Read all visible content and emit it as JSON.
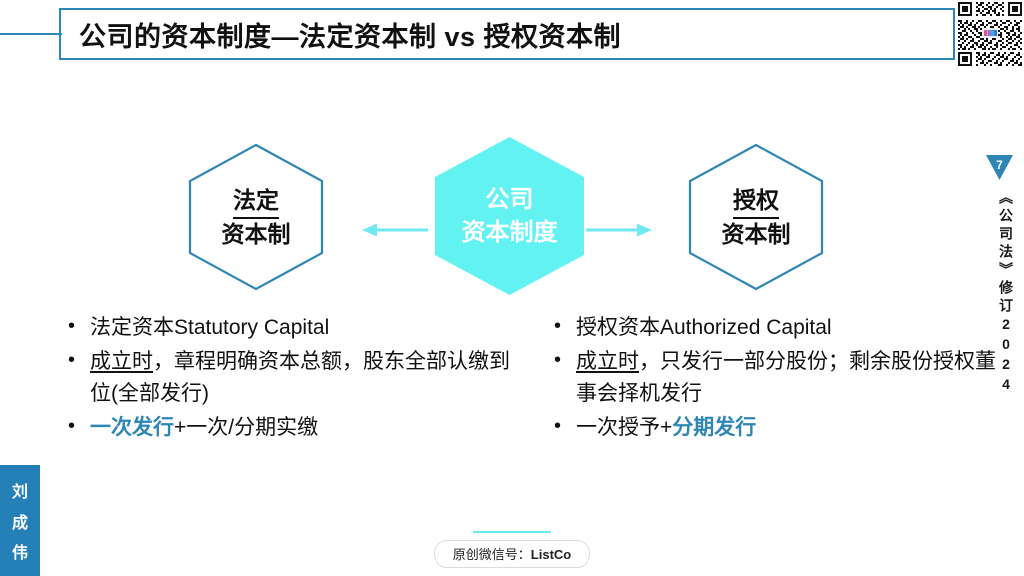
{
  "slide": {
    "title": "公司的资本制度—法定资本制 vs 授权资本制",
    "page_number": "7",
    "side_label": "《公司法》修订2024",
    "author_chars": [
      "刘",
      "成",
      "伟"
    ],
    "accent_blue": "#2E86B6",
    "accent_cyan": "#6FE9F2",
    "tag_blue": "#2680B8"
  },
  "diagram": {
    "center": {
      "line1": "公司",
      "line2": "资本制度"
    },
    "left": {
      "line1": "法定",
      "line2": "资本制"
    },
    "right": {
      "line1": "授权",
      "line2": "资本制"
    },
    "arrow_left_name": "arrow-to-left",
    "arrow_right_name": "arrow-to-right"
  },
  "columns": {
    "left": {
      "bullets": [
        {
          "parts": [
            {
              "text": "法定资本Statutory Capital",
              "style": "plain"
            }
          ]
        },
        {
          "parts": [
            {
              "text": "成立时",
              "style": "underline"
            },
            {
              "text": "，章程明确资本总额，股东全部认缴到位(全部发行)",
              "style": "plain"
            }
          ]
        },
        {
          "parts": [
            {
              "text": "一次发行",
              "style": "highlight"
            },
            {
              "text": "+一次/分期实缴",
              "style": "plain"
            }
          ]
        }
      ]
    },
    "right": {
      "bullets": [
        {
          "parts": [
            {
              "text": "授权资本Authorized Capital",
              "style": "plain"
            }
          ]
        },
        {
          "parts": [
            {
              "text": "成立时",
              "style": "underline"
            },
            {
              "text": "，只发行一部分股份；剩余股份授权董事会择机发行",
              "style": "plain"
            }
          ]
        },
        {
          "parts": [
            {
              "text": "一次授予+",
              "style": "plain"
            },
            {
              "text": "分期发行",
              "style": "highlight"
            }
          ]
        }
      ]
    }
  },
  "footer": {
    "label": "原创微信号：",
    "brand": "ListCo"
  },
  "icons": {
    "qr": "qr-code-icon",
    "badge": "page-number-badge-icon"
  }
}
